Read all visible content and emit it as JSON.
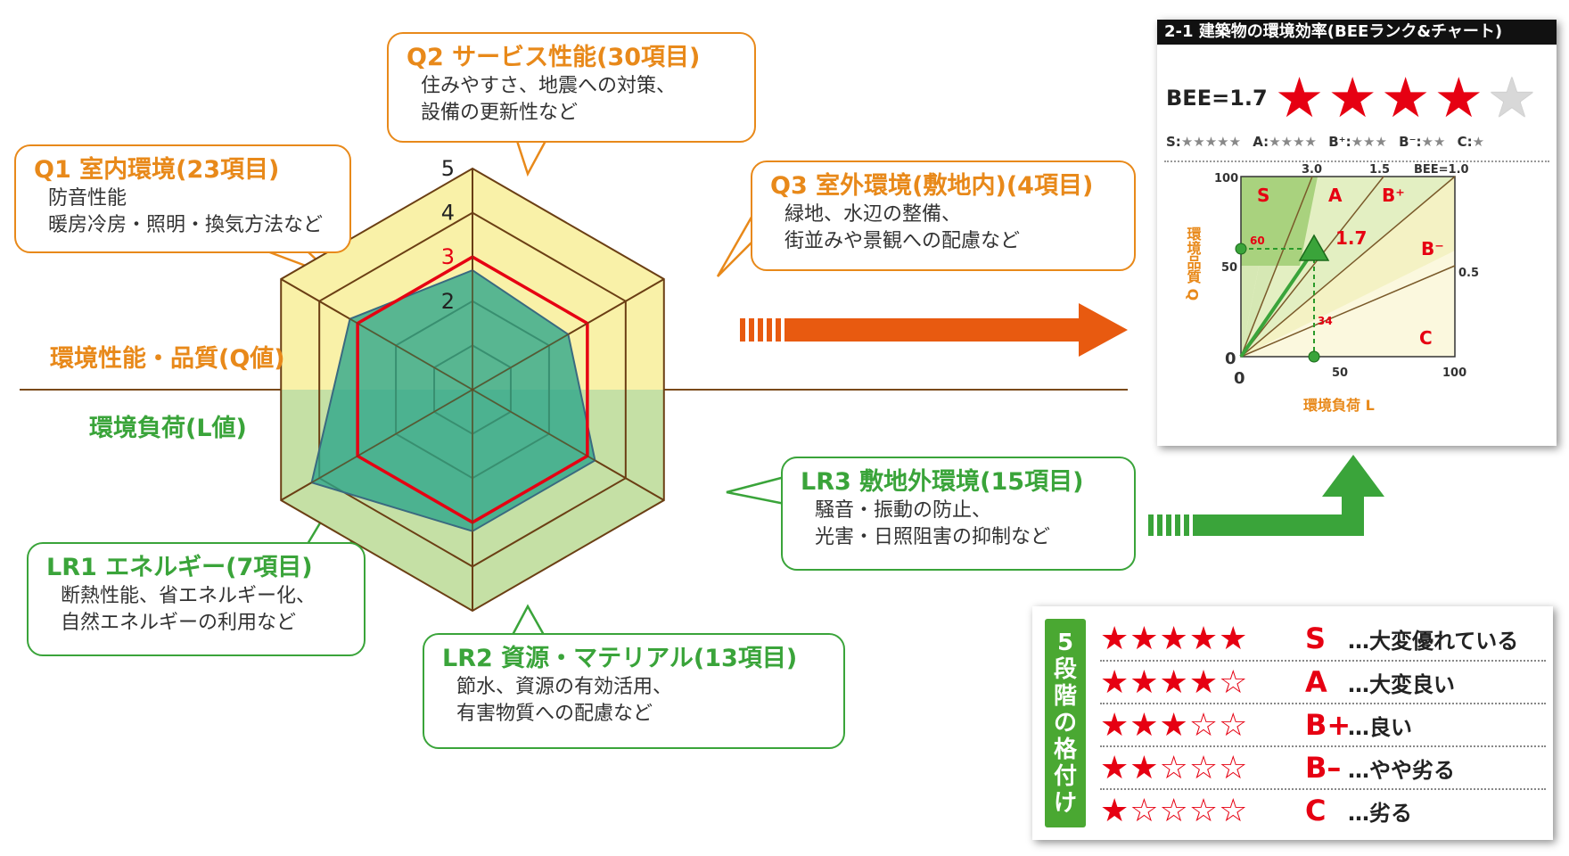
{
  "colors": {
    "orange": "#e8891a",
    "green": "#3aa43a",
    "red": "#e60012",
    "arrow_orange": "#e85a10",
    "arrow_green": "#3aa43a"
  },
  "callouts": {
    "q1": {
      "title": "Q1 室内環境(23項目)",
      "lines": [
        "防音性能",
        "暖房冷房・照明・換気方法など"
      ]
    },
    "q2": {
      "title": "Q2 サービス性能(30項目)",
      "lines": [
        "住みやすさ、地震への対策、",
        "設備の更新性など"
      ]
    },
    "q3": {
      "title": "Q3 室外環境(敷地内)(4項目)",
      "lines": [
        "緑地、水辺の整備、",
        "街並みや景観への配慮など"
      ]
    },
    "lr1": {
      "title": "LR1 エネルギー(7項目)",
      "lines": [
        "断熱性能、省エネルギー化、",
        "自然エネルギーの利用など"
      ]
    },
    "lr2": {
      "title": "LR2 資源・マテリアル(13項目)",
      "lines": [
        "節水、資源の有効活用、",
        "有害物質への配慮など"
      ]
    },
    "lr3": {
      "title": "LR3 敷地外環境(15項目)",
      "lines": [
        "騒音・振動の防止、",
        "光害・日照阻害の抑制など"
      ]
    }
  },
  "axis_labels": {
    "q": "環境性能・品質(Q値)",
    "l": "環境負荷(L値)"
  },
  "radar": {
    "levels": [
      "2",
      "3",
      "4",
      "5"
    ],
    "max": 5,
    "axes": [
      "Q2",
      "Q3",
      "LR3",
      "LR2",
      "LR1",
      "Q1"
    ],
    "values": [
      2.7,
      2.5,
      3.2,
      3.2,
      4.2,
      3.2
    ],
    "reference": 3
  },
  "panel": {
    "header": "2-1 建築物の環境効率(BEEランク&チャート)",
    "bee_text": "BEE=1.7",
    "stars_on": 4,
    "stars_total": 5,
    "scale": [
      {
        "label": "S:",
        "stars": "★★★★★"
      },
      {
        "label": "A:",
        "stars": "★★★★"
      },
      {
        "label": "B⁺:",
        "stars": "★★★"
      },
      {
        "label": "B⁻:",
        "stars": "★★"
      },
      {
        "label": "C:",
        "stars": "★"
      }
    ],
    "chart": {
      "top_ticks": [
        "3.0",
        "1.5",
        "BEE=1.0"
      ],
      "right_tick": "0.5",
      "y_ticks": [
        "100",
        "50",
        "0"
      ],
      "x_ticks": [
        "0",
        "50",
        "100"
      ],
      "ylabel": "環境品質 Q",
      "xlabel": "環境負荷 L",
      "zones": [
        "S",
        "A",
        "B⁺",
        "B⁻",
        "C"
      ],
      "q_value": "60",
      "l_value": "34",
      "bee_value": "1.7"
    }
  },
  "rating": {
    "side": [
      "5",
      "段",
      "階",
      "の",
      "格",
      "付",
      "け"
    ],
    "rows": [
      {
        "stars": "★★★★★",
        "grade": "S",
        "meaning": "…大変優れている"
      },
      {
        "stars": "★★★★☆",
        "grade": "A",
        "meaning": "…大変良い"
      },
      {
        "stars": "★★★☆☆",
        "grade": "B+",
        "meaning": "…良い"
      },
      {
        "stars": "★★☆☆☆",
        "grade": "B–",
        "meaning": "…やや劣る"
      },
      {
        "stars": "★☆☆☆☆",
        "grade": "C",
        "meaning": "…劣る"
      }
    ]
  }
}
